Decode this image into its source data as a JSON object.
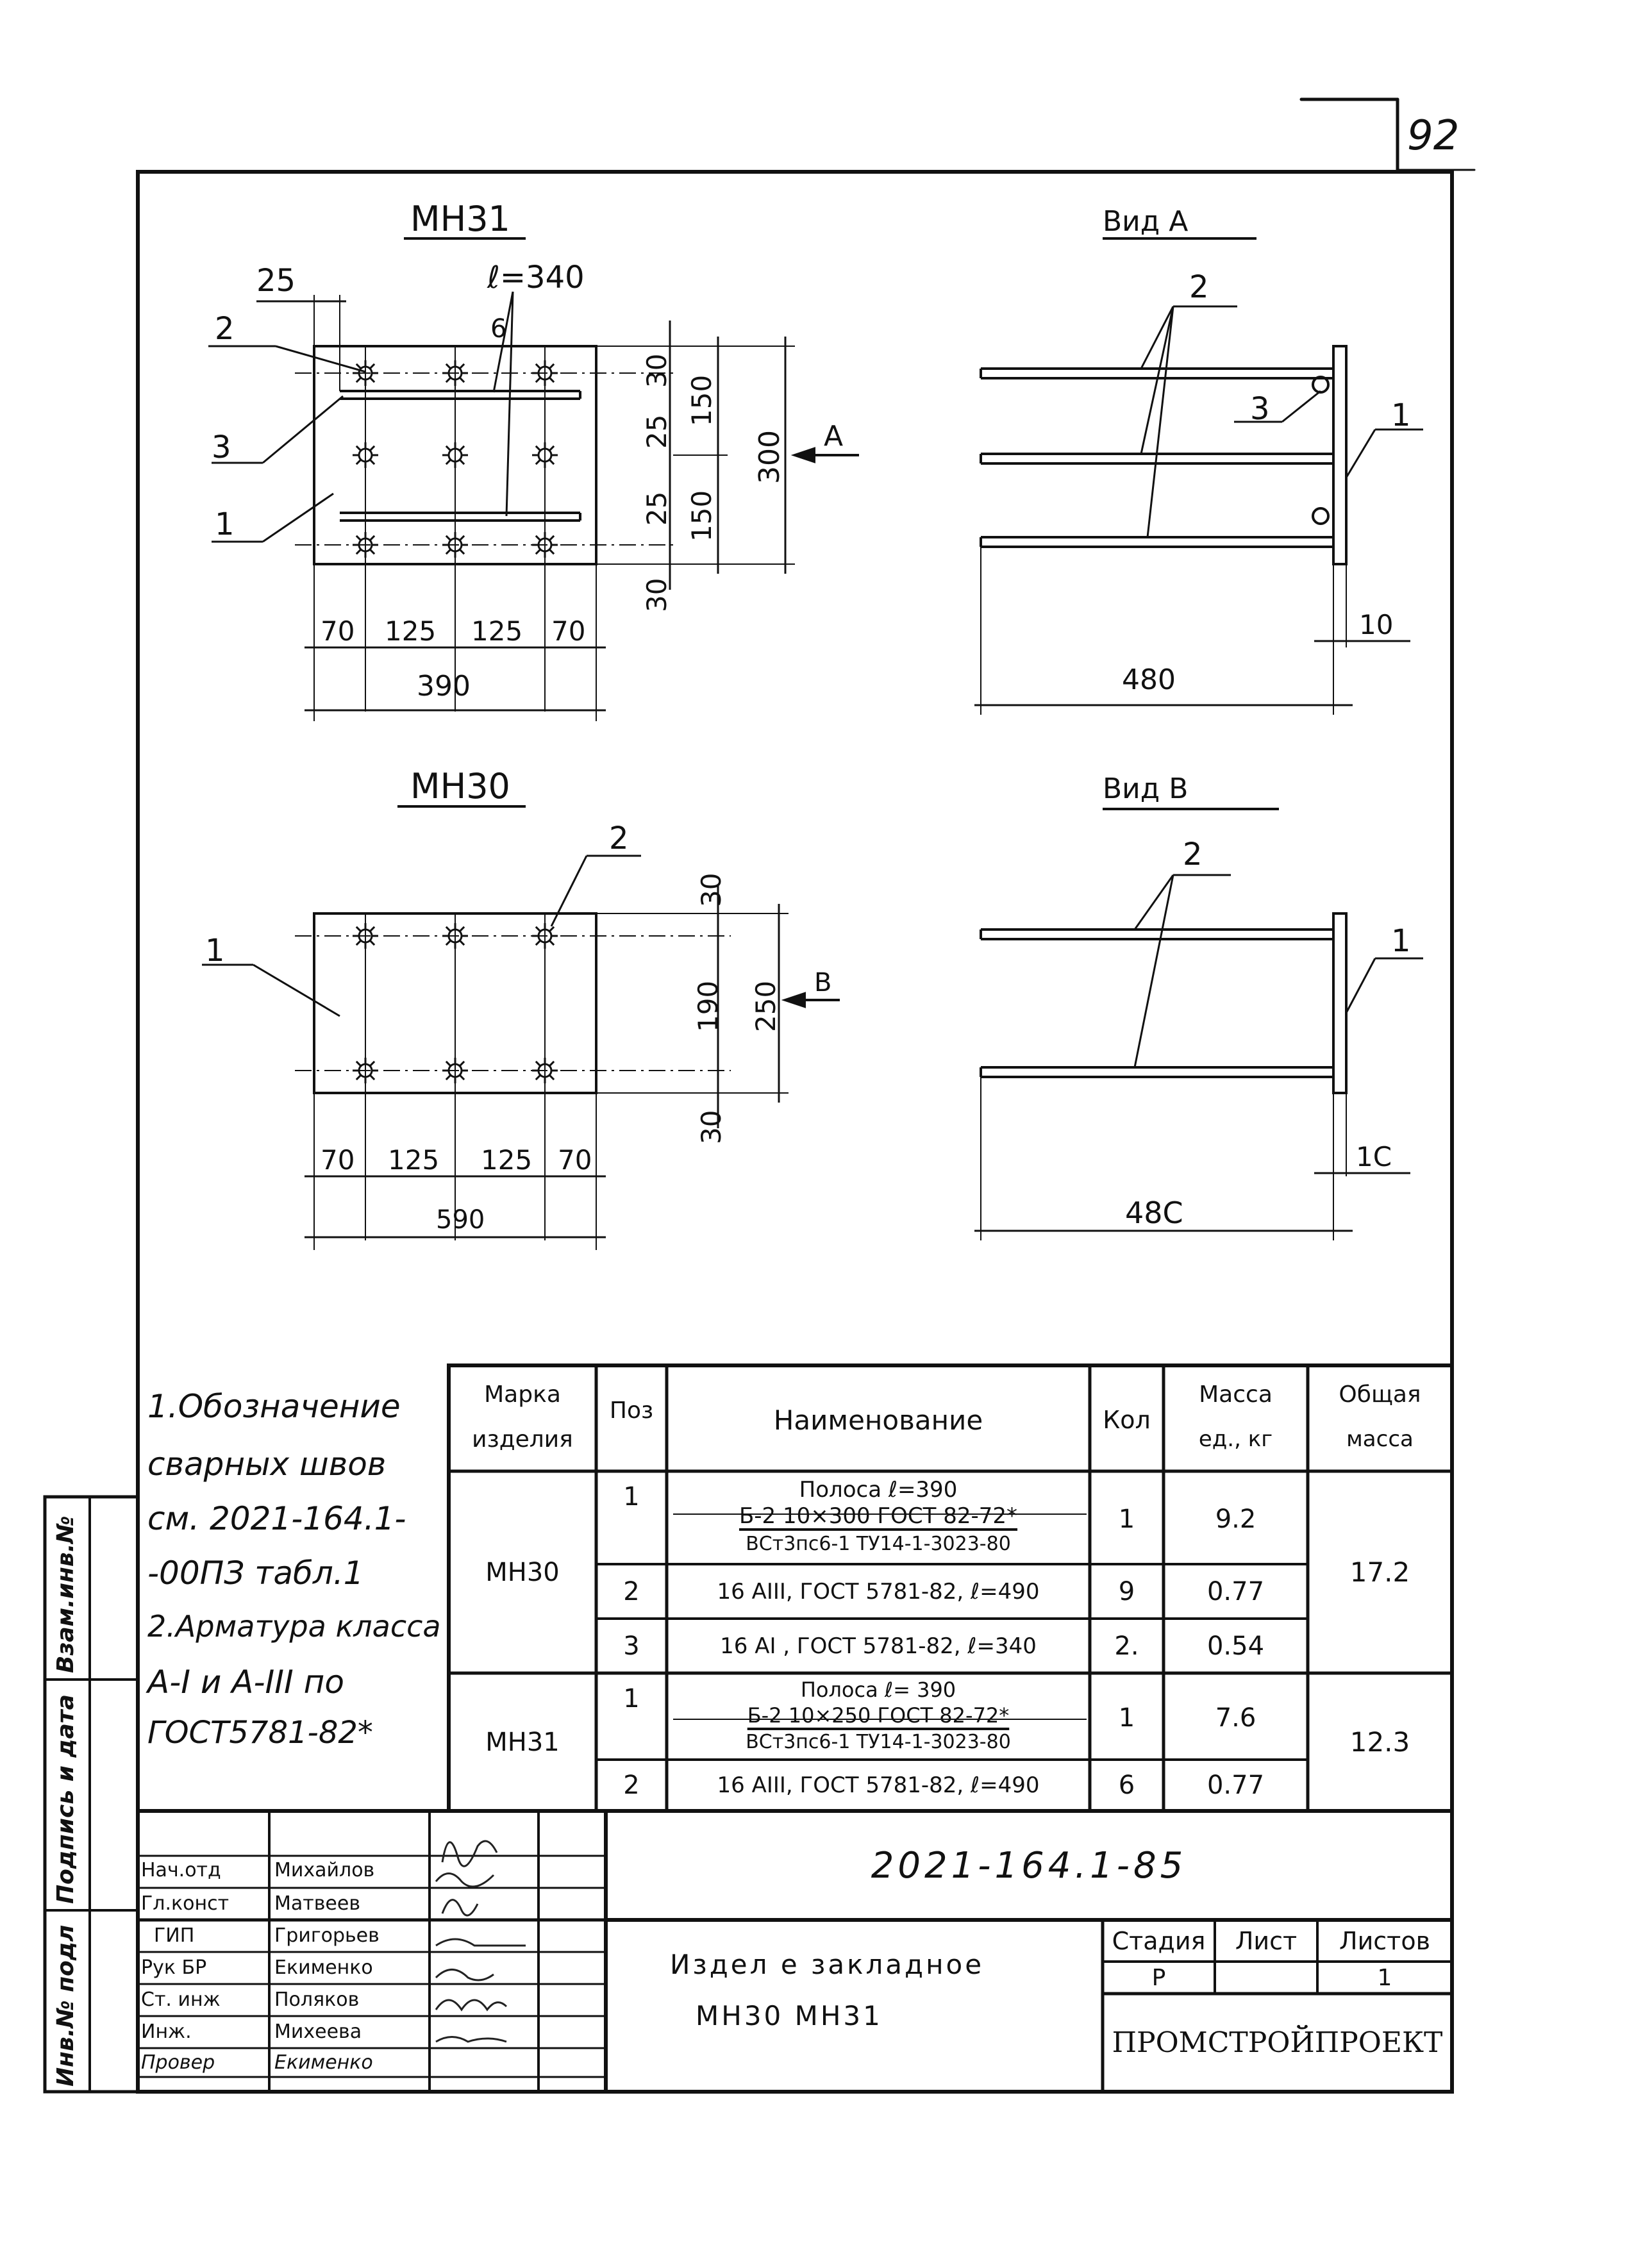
{
  "page_number": "92",
  "drawings": {
    "mn31": {
      "title": "МН31",
      "length_label": "ℓ=340",
      "dims_top": [
        "25"
      ],
      "dims_right": [
        "30",
        "25",
        "25",
        "30"
      ],
      "dims_outer": [
        "150",
        "150"
      ],
      "total_height": "300",
      "dims_bottom": [
        "70",
        "125",
        "125",
        "70"
      ],
      "total_width": "390",
      "callouts": [
        "2",
        "3",
        "1",
        "6"
      ],
      "view_arrow": "А"
    },
    "view_a": {
      "title": "Вид А",
      "callouts": [
        "2",
        "3",
        "1"
      ],
      "thickness": "10",
      "length": "480"
    },
    "mn30": {
      "title": "МН30",
      "callouts": [
        "2",
        "1"
      ],
      "dims_right": [
        "30",
        "190",
        "30"
      ],
      "total_height": "250",
      "dims_bottom": [
        "70",
        "125",
        "125",
        "70"
      ],
      "total_width": "590",
      "view_arrow": "В"
    },
    "view_b": {
      "title": "Вид В",
      "callouts": [
        "2",
        "1"
      ],
      "thickness": "1С",
      "length": "48С"
    }
  },
  "notes": [
    "1.Обозначение",
    "сварных швов",
    "см. 2021-164.1-",
    "-00ПЗ табл.1",
    "2.Арматура класса",
    "А-I и А-III по",
    "ГОСТ5781-82*"
  ],
  "spec_table": {
    "headers": {
      "mark": [
        "Марка",
        "изделия"
      ],
      "pos": "Поз",
      "name": "Наименование",
      "qty": "Кол",
      "mass_unit": [
        "Масса",
        "ед., кг"
      ],
      "mass_total": [
        "Общая",
        "масса"
      ]
    },
    "groups": [
      {
        "mark": "МН30",
        "total": "17.2",
        "rows": [
          {
            "pos": "1",
            "name": [
              "Полоса ℓ=390",
              "Б-2 10×300 ГОСТ 82-72*",
              "ВСт3пс6-1 ТУ14-1-3023-80"
            ],
            "qty": "1",
            "mass": "9.2"
          },
          {
            "pos": "2",
            "name": [
              "16 АIII, ГОСТ 5781-82, ℓ=490"
            ],
            "qty": "9",
            "mass": "0.77"
          },
          {
            "pos": "3",
            "name": [
              "16 АI , ГОСТ 5781-82, ℓ=340"
            ],
            "qty": "2.",
            "mass": "0.54"
          }
        ]
      },
      {
        "mark": "МН31",
        "total": "12.3",
        "rows": [
          {
            "pos": "1",
            "name": [
              "Полоса ℓ= 390",
              "Б-2 10×250 ГОСТ 82-72*",
              "ВСт3пс6-1 ТУ14-1-3023-80"
            ],
            "qty": "1",
            "mass": "7.6"
          },
          {
            "pos": "2",
            "name": [
              "16 АIII, ГОСТ 5781-82, ℓ=490"
            ],
            "qty": "6",
            "mass": "0.77"
          }
        ]
      }
    ]
  },
  "side_stamp": [
    "Инв.№ подл",
    "Подпись и дата",
    "Взам.инв.№"
  ],
  "title_block": {
    "doc_number": "2021-164.1-85",
    "title_lines": [
      "Издел е закладное",
      "МН30   МН31"
    ],
    "signatures": [
      {
        "role": "Нач.отд",
        "name": "Михайлов"
      },
      {
        "role": "Гл.конст",
        "name": "Матвеев"
      },
      {
        "role": "ГИП",
        "name": "Григорьев"
      },
      {
        "role": "Рук БР",
        "name": "Екименко"
      },
      {
        "role": "Ст. инж",
        "name": "Поляков"
      },
      {
        "role": "Инж.",
        "name": "Михеева"
      },
      {
        "role": "Провер",
        "name": "Екименко"
      }
    ],
    "stage_label": "Стадия",
    "sheet_label": "Лист",
    "sheets_label": "Листов",
    "stage": "Р",
    "sheet": "",
    "sheets": "1",
    "organization": "ПРОМСТРОЙПРОЕКТ"
  }
}
